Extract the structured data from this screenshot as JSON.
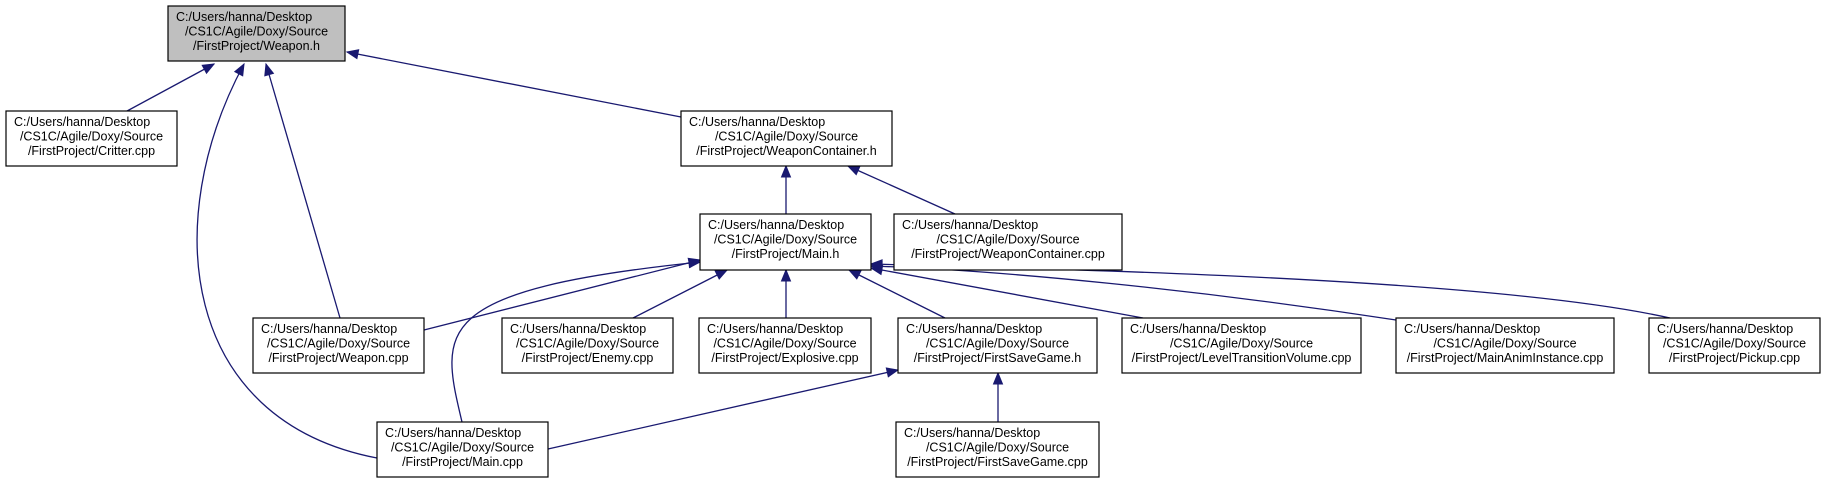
{
  "graph": {
    "colors": {
      "highlight_fill": "#bfbfbf",
      "node_fill": "#ffffff",
      "edge": "#191970",
      "border": "#000000"
    },
    "nodes": [
      {
        "id": "weapon_h",
        "highlighted": true,
        "lines": [
          "C:/Users/hanna/Desktop",
          "/CS1C/Agile/Doxy/Source",
          "/FirstProject/Weapon.h"
        ]
      },
      {
        "id": "critter_cpp",
        "lines": [
          "C:/Users/hanna/Desktop",
          "/CS1C/Agile/Doxy/Source",
          "/FirstProject/Critter.cpp"
        ]
      },
      {
        "id": "weaponcontainer_h",
        "lines": [
          "C:/Users/hanna/Desktop",
          "/CS1C/Agile/Doxy/Source",
          "/FirstProject/WeaponContainer.h"
        ]
      },
      {
        "id": "main_h",
        "lines": [
          "C:/Users/hanna/Desktop",
          "/CS1C/Agile/Doxy/Source",
          "/FirstProject/Main.h"
        ]
      },
      {
        "id": "weaponcontainer_cpp",
        "lines": [
          "C:/Users/hanna/Desktop",
          "/CS1C/Agile/Doxy/Source",
          "/FirstProject/WeaponContainer.cpp"
        ]
      },
      {
        "id": "weapon_cpp",
        "lines": [
          "C:/Users/hanna/Desktop",
          "/CS1C/Agile/Doxy/Source",
          "/FirstProject/Weapon.cpp"
        ]
      },
      {
        "id": "enemy_cpp",
        "lines": [
          "C:/Users/hanna/Desktop",
          "/CS1C/Agile/Doxy/Source",
          "/FirstProject/Enemy.cpp"
        ]
      },
      {
        "id": "explosive_cpp",
        "lines": [
          "C:/Users/hanna/Desktop",
          "/CS1C/Agile/Doxy/Source",
          "/FirstProject/Explosive.cpp"
        ]
      },
      {
        "id": "firstsavegame_h",
        "lines": [
          "C:/Users/hanna/Desktop",
          "/CS1C/Agile/Doxy/Source",
          "/FirstProject/FirstSaveGame.h"
        ]
      },
      {
        "id": "leveltransitionvolume_cpp",
        "lines": [
          "C:/Users/hanna/Desktop",
          "/CS1C/Agile/Doxy/Source",
          "/FirstProject/LevelTransitionVolume.cpp"
        ]
      },
      {
        "id": "mainaniminstance_cpp",
        "lines": [
          "C:/Users/hanna/Desktop",
          "/CS1C/Agile/Doxy/Source",
          "/FirstProject/MainAnimInstance.cpp"
        ]
      },
      {
        "id": "pickup_cpp",
        "lines": [
          "C:/Users/hanna/Desktop",
          "/CS1C/Agile/Doxy/Source",
          "/FirstProject/Pickup.cpp"
        ]
      },
      {
        "id": "main_cpp",
        "lines": [
          "C:/Users/hanna/Desktop",
          "/CS1C/Agile/Doxy/Source",
          "/FirstProject/Main.cpp"
        ]
      },
      {
        "id": "firstsavegame_cpp",
        "lines": [
          "C:/Users/hanna/Desktop",
          "/CS1C/Agile/Doxy/Source",
          "/FirstProject/FirstSaveGame.cpp"
        ]
      }
    ],
    "edges": [
      {
        "from": "critter_cpp",
        "to": "weapon_h"
      },
      {
        "from": "weapon_cpp",
        "to": "weapon_h"
      },
      {
        "from": "main_cpp",
        "to": "weapon_h"
      },
      {
        "from": "weaponcontainer_h",
        "to": "weapon_h"
      },
      {
        "from": "main_h",
        "to": "weaponcontainer_h"
      },
      {
        "from": "weaponcontainer_cpp",
        "to": "weaponcontainer_h"
      },
      {
        "from": "weapon_cpp",
        "to": "main_h"
      },
      {
        "from": "main_cpp",
        "to": "main_h"
      },
      {
        "from": "enemy_cpp",
        "to": "main_h"
      },
      {
        "from": "explosive_cpp",
        "to": "main_h"
      },
      {
        "from": "firstsavegame_h",
        "to": "main_h"
      },
      {
        "from": "leveltransitionvolume_cpp",
        "to": "main_h"
      },
      {
        "from": "mainaniminstance_cpp",
        "to": "main_h"
      },
      {
        "from": "pickup_cpp",
        "to": "main_h"
      },
      {
        "from": "main_cpp",
        "to": "firstsavegame_h"
      },
      {
        "from": "firstsavegame_cpp",
        "to": "firstsavegame_h"
      }
    ]
  }
}
